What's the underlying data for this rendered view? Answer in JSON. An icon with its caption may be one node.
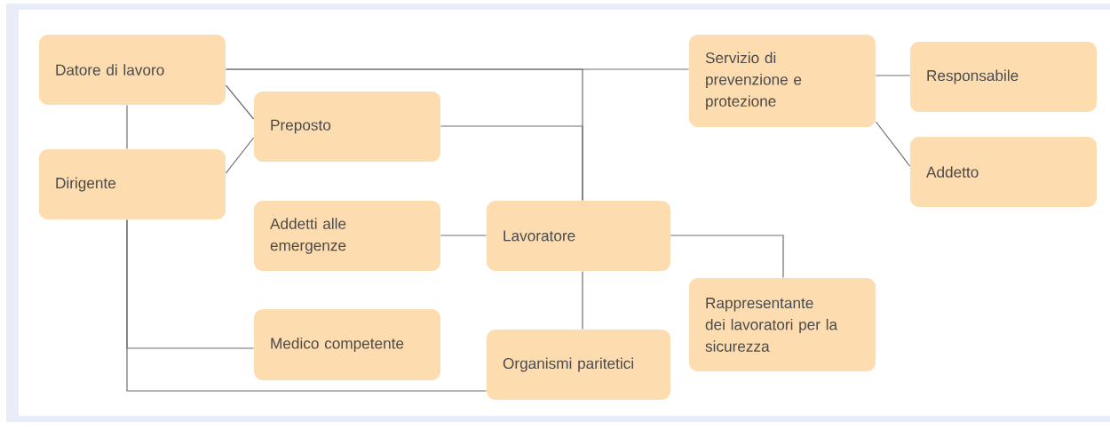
{
  "diagram": {
    "nodes": [
      {
        "text": [
          "Datore di lavoro"
        ]
      },
      {
        "text": [
          "Servizio di prevenzione e protezione"
        ]
      },
      {
        "text": [
          "Responsabile"
        ]
      },
      {
        "text": [
          "Preposto"
        ]
      },
      {
        "text": [
          "Addetto"
        ]
      },
      {
        "text": [
          "Dirigente"
        ]
      },
      {
        "text": [
          "Addetti alle emergenze"
        ]
      },
      {
        "text": [
          "Lavoratore"
        ]
      },
      {
        "text": [
          "Rappresentante dei lavoratori per la sicurezza"
        ]
      },
      {
        "text": [
          "Medico competente"
        ]
      },
      {
        "text": [
          "Organismi paritetici"
        ]
      }
    ],
    "edges": [
      {
        "from": 0,
        "to": 1,
        "arrow": "none"
      },
      {
        "from": 0,
        "to": 3,
        "arrow": "none"
      },
      {
        "from": 0,
        "to": 5,
        "arrow": "none"
      },
      {
        "from": 5,
        "to": 3,
        "arrow": "none"
      },
      {
        "from": 0,
        "to": 7,
        "arrow": "none"
      },
      {
        "from": 3,
        "to": 7,
        "arrow": "none"
      },
      {
        "from": 1,
        "to": 2,
        "arrow": "none"
      },
      {
        "from": 1,
        "to": 4,
        "arrow": "none"
      },
      {
        "from": 6,
        "to": 7,
        "arrow": "none"
      },
      {
        "from": 7,
        "to": 8,
        "arrow": "none"
      },
      {
        "from": 7,
        "to": 10,
        "arrow": "none"
      },
      {
        "from": 5,
        "to": 9,
        "arrow": "none"
      },
      {
        "from": 5,
        "to": 10,
        "arrow": "none"
      }
    ]
  }
}
